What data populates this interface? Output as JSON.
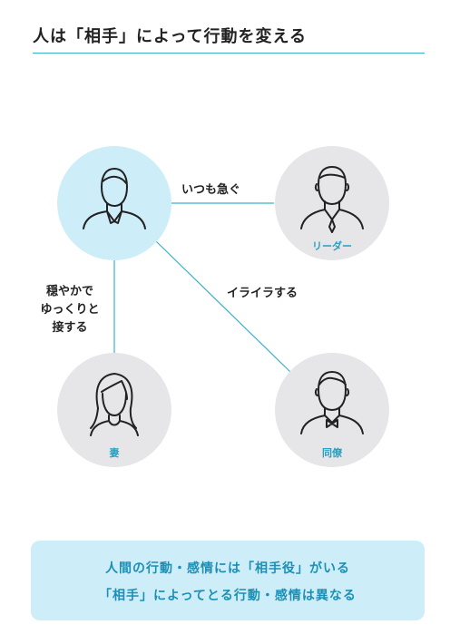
{
  "title": "人は「相手」によって行動を変える",
  "nodes": {
    "self": {
      "role": ""
    },
    "leader": {
      "role": "リーダー"
    },
    "wife": {
      "role": "妻"
    },
    "coworker": {
      "role": "同僚"
    }
  },
  "edges": {
    "self_leader": "いつも急ぐ",
    "self_wife": [
      "穏やかで",
      "ゆっくりと",
      "接する"
    ],
    "self_coworker": "イライラする"
  },
  "summary": {
    "line1": "人間の行動・感情には「相手役」がいる",
    "line2": "「相手」によってとる行動・感情は異なる"
  },
  "colors": {
    "accent": "#3bb0cc",
    "self_circle": "#cdeef9",
    "other_circle": "#e6e6e8",
    "role_text": "#2a9fc0",
    "summary_bg": "#cdeef9",
    "summary_text": "#1c8fb5"
  }
}
